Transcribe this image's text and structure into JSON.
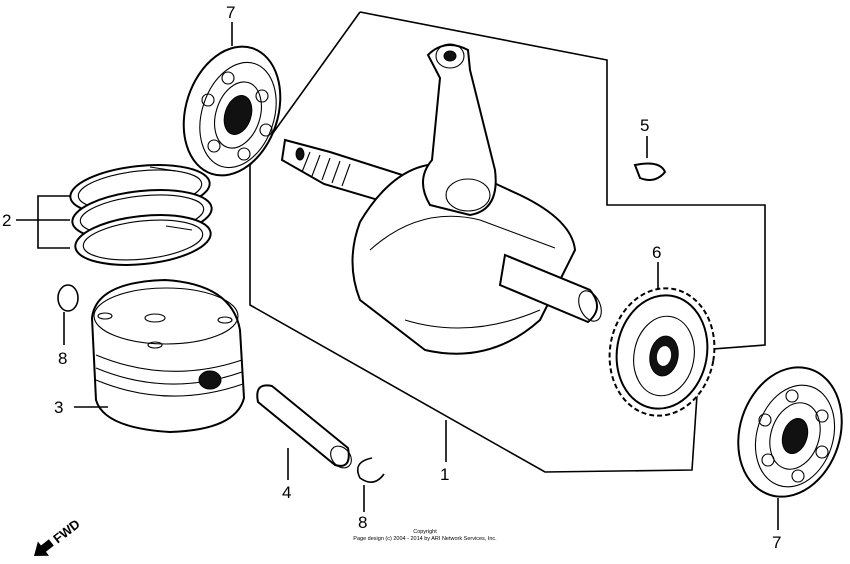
{
  "diagram": {
    "callouts": [
      {
        "id": "label-1",
        "text": "1"
      },
      {
        "id": "label-2",
        "text": "2"
      },
      {
        "id": "label-3",
        "text": "3"
      },
      {
        "id": "label-4",
        "text": "4"
      },
      {
        "id": "label-5",
        "text": "5"
      },
      {
        "id": "label-6",
        "text": "6"
      },
      {
        "id": "label-7-top",
        "text": "7"
      },
      {
        "id": "label-7-bottom",
        "text": "7"
      },
      {
        "id": "label-8-left",
        "text": "8"
      },
      {
        "id": "label-8-bottom",
        "text": "8"
      }
    ],
    "direction_marker": "FWD",
    "copyright": {
      "line1": "Copyright",
      "line2": "Page design (c) 2004 - 2014 by ARI Network Services, Inc."
    }
  }
}
